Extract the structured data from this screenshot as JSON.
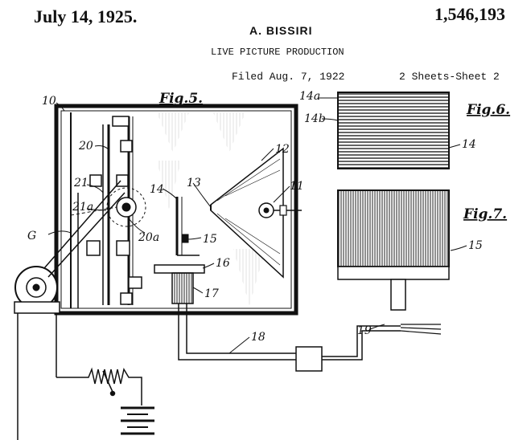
{
  "header": {
    "date": "July 14, 1925.",
    "patent_number": "1,546,193",
    "inventor": "A. BISSIRI",
    "title": "LIVE PICTURE PRODUCTION",
    "filed": "Filed Aug. 7, 1922",
    "sheets": "2 Sheets-Sheet 2"
  },
  "figures": {
    "fig5": "Fig.5.",
    "fig6": "Fig.6.",
    "fig7": "Fig.7."
  },
  "labels": {
    "n10": "10",
    "n20": "20",
    "n21": "21",
    "n21a": "21a",
    "n20a": "20a",
    "G": "G",
    "n14": "14",
    "n13": "13",
    "n12": "12",
    "n11": "11",
    "n15": "15",
    "n16": "16",
    "n17": "17",
    "n18": "18",
    "n19": "19",
    "n14a": "14a",
    "n14b": "14b",
    "n14f6": "14",
    "n15f7": "15"
  }
}
